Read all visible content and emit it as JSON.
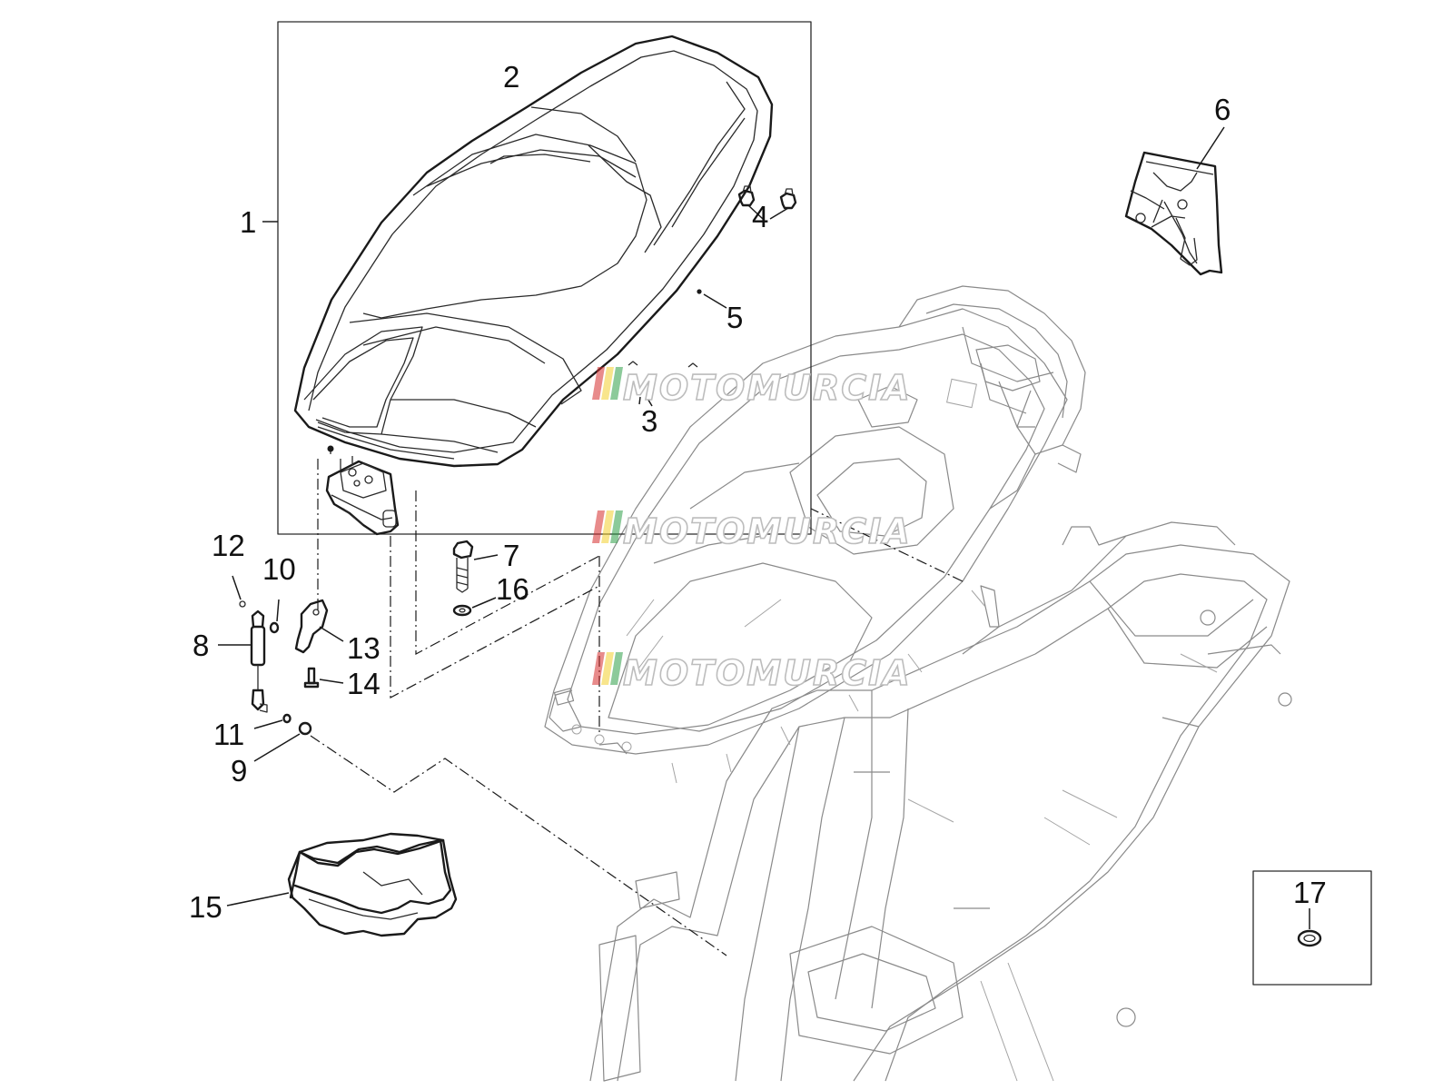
{
  "diagram": {
    "callouts": [
      "1",
      "2",
      "3",
      "4",
      "5",
      "6",
      "7",
      "8",
      "9",
      "10",
      "11",
      "12",
      "13",
      "14",
      "15",
      "16",
      "17"
    ],
    "watermark": "MOTOMURCIA",
    "watermark_colors": [
      "#d62b2b",
      "#f2cf2e",
      "#2e9e47"
    ]
  }
}
